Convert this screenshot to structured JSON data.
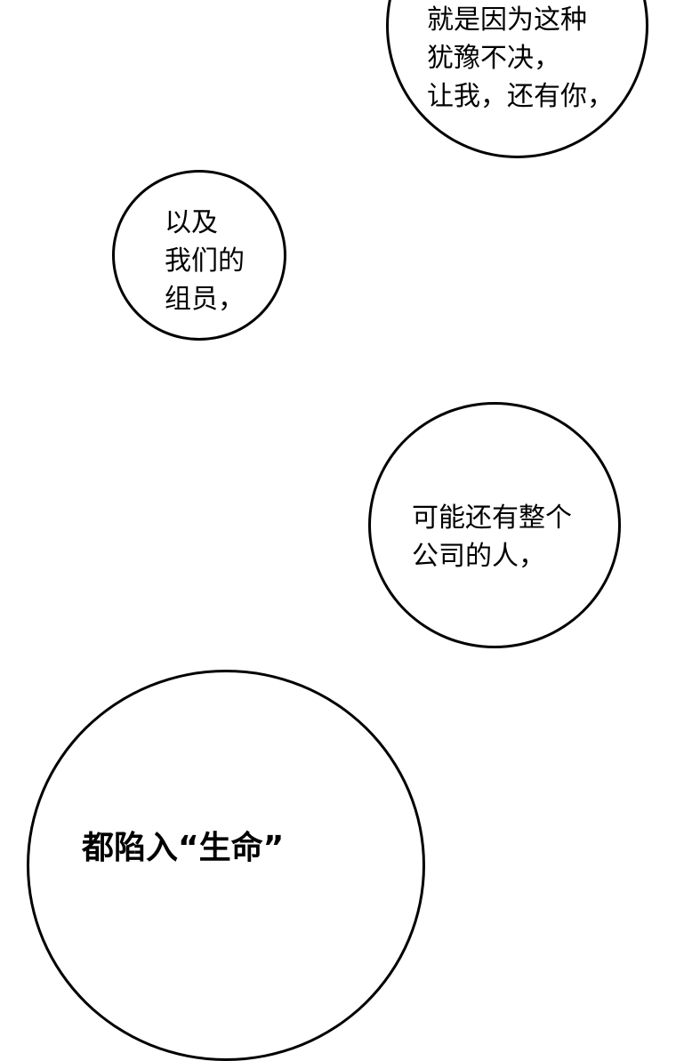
{
  "bubbles": [
    {
      "lines": [
        "就是因为这种",
        "犹豫不决，",
        "让我，还有你，"
      ]
    },
    {
      "lines": [
        "以及",
        "我们的",
        "组员，"
      ]
    },
    {
      "lines": [
        "可能还有整个",
        "公司的人，"
      ]
    },
    {
      "lines": [
        "都陷入“生命”"
      ]
    }
  ]
}
